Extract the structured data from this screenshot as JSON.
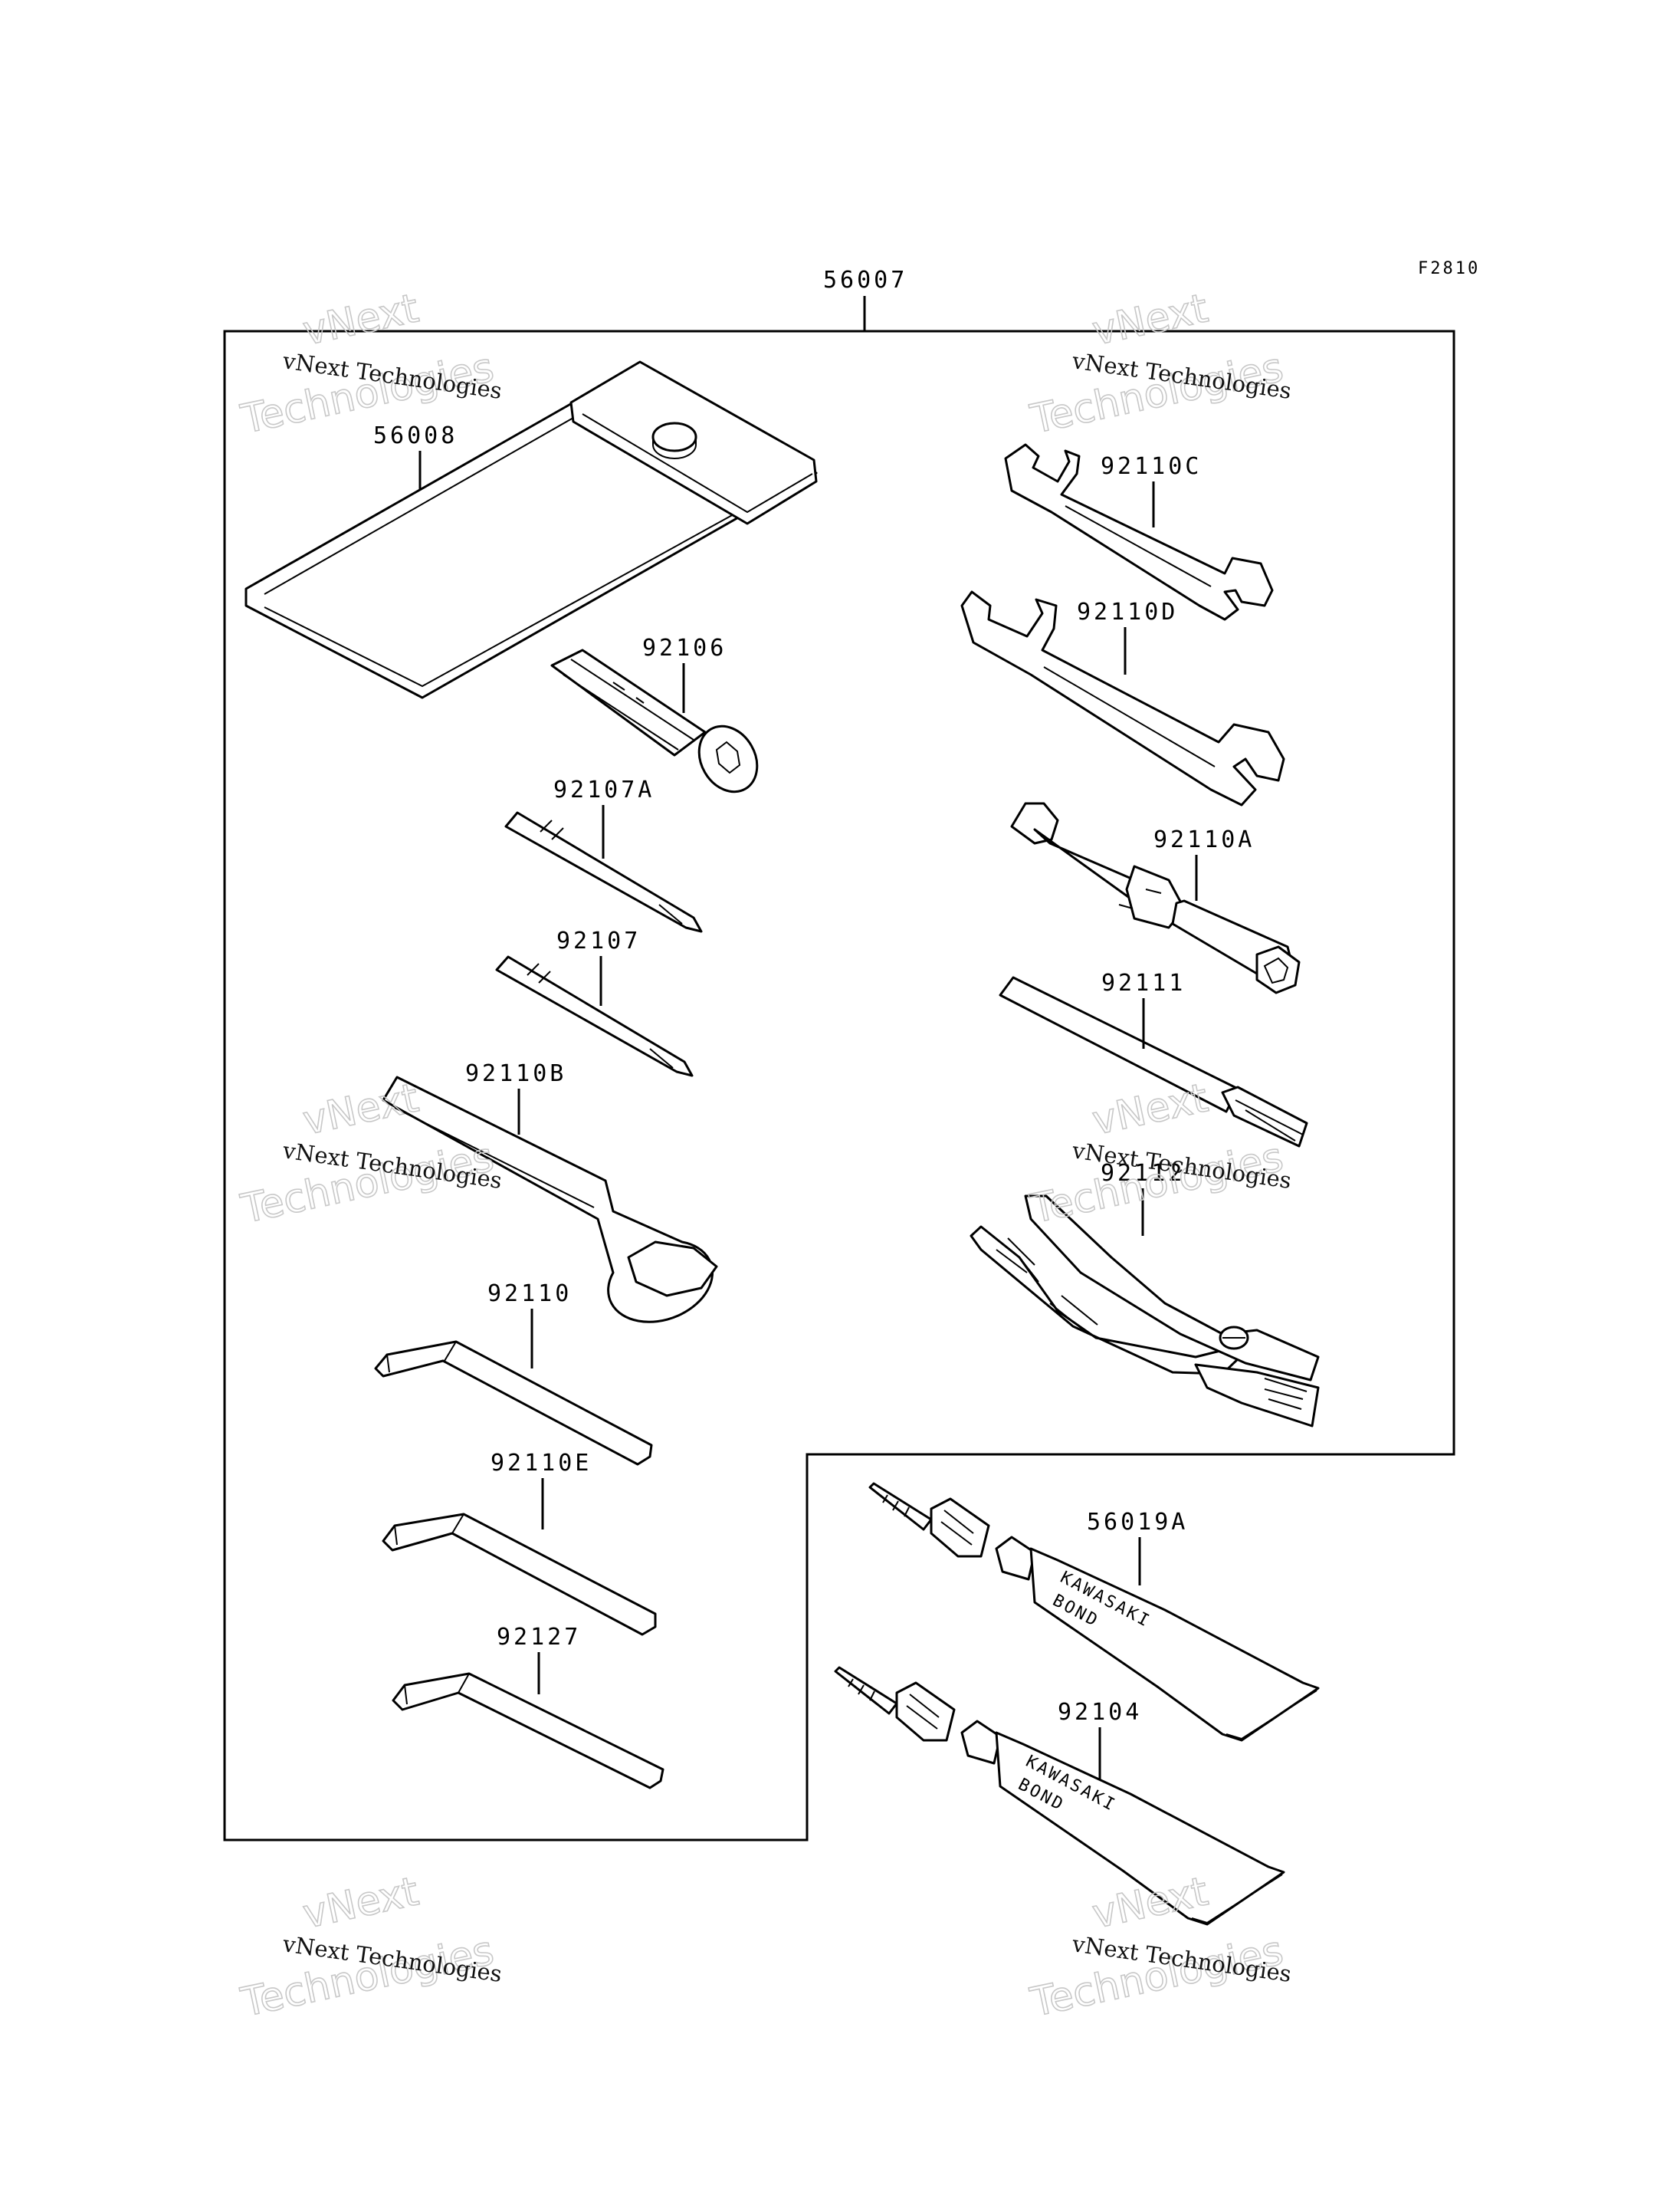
{
  "figure_ref": "F2810",
  "assembly_label": "56007",
  "parts": [
    {
      "id": "p-56008",
      "label": "56008"
    },
    {
      "id": "p-92106",
      "label": "92106"
    },
    {
      "id": "p-92107A",
      "label": "92107A"
    },
    {
      "id": "p-92107",
      "label": "92107"
    },
    {
      "id": "p-92110B",
      "label": "92110B"
    },
    {
      "id": "p-92110",
      "label": "92110"
    },
    {
      "id": "p-92110E",
      "label": "92110E"
    },
    {
      "id": "p-92127",
      "label": "92127"
    },
    {
      "id": "p-92110C",
      "label": "92110C"
    },
    {
      "id": "p-92110D",
      "label": "92110D"
    },
    {
      "id": "p-92110A",
      "label": "92110A"
    },
    {
      "id": "p-92111",
      "label": "92111"
    },
    {
      "id": "p-92112",
      "label": "92112"
    },
    {
      "id": "p-56019A",
      "label": "56019A"
    },
    {
      "id": "p-92104",
      "label": "92104"
    }
  ],
  "tube_text": {
    "line1": "KAWASAKI",
    "line2": "BOND"
  },
  "watermark": {
    "line1": "vNext Technologies",
    "line2": "vNext",
    "line3": "Technologies"
  }
}
